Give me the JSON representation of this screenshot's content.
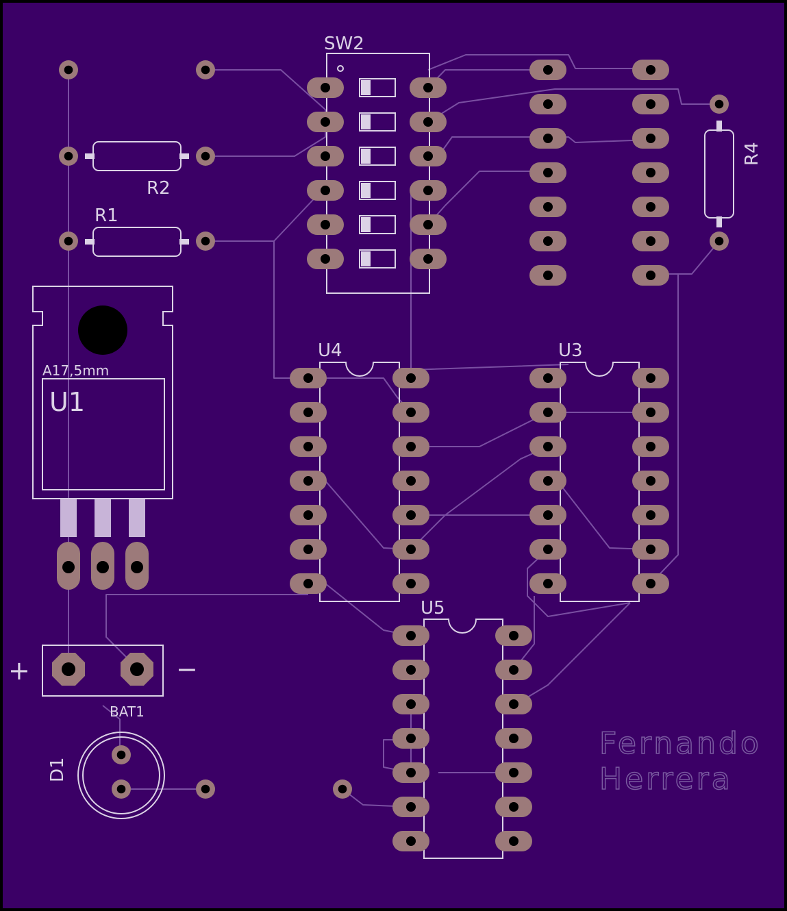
{
  "board": {
    "background": "#3b0066",
    "silkscreen_color": "#dcd2e6",
    "pad_color": "#9c7a7a",
    "trace_color": "#7a4fa2"
  },
  "components": {
    "sw2": "SW2",
    "r1": "R1",
    "r2": "R2",
    "r4": "R4",
    "u1": "U1",
    "u1_note": "A17,5mm",
    "u3": "U3",
    "u4": "U4",
    "u5": "U5",
    "bat1": "BAT1",
    "bat_plus": "+",
    "bat_minus": "−",
    "d1": "D1"
  },
  "watermark": {
    "line1": "Fernando",
    "line2": "Herrera"
  }
}
